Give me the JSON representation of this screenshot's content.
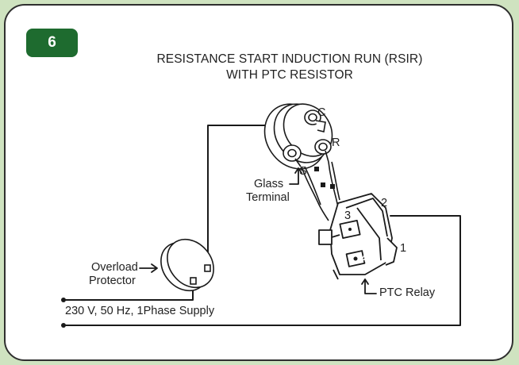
{
  "badge": "6",
  "title_line1": "RESISTANCE START INDUCTION RUN (RSIR)",
  "title_line2": "WITH PTC RESISTOR",
  "labels": {
    "glass": "Glass",
    "terminal": "Terminal",
    "overload": "Overload",
    "protector": "Protector",
    "ptc_relay": "PTC Relay",
    "supply": "230 V, 50 Hz, 1Phase Supply",
    "pin_c": "C",
    "pin_r": "R",
    "pin_s": "S",
    "relay_1": "1",
    "relay_2": "2",
    "relay_3": "3",
    "relay_4": "4"
  },
  "colors": {
    "badge_bg": "#1e6b2f",
    "page_bg": "#cfe3c0",
    "line": "#1a1a1a"
  }
}
